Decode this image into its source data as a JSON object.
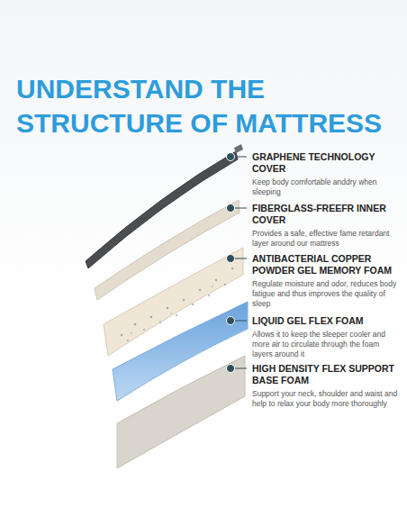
{
  "diagram": {
    "title": "UNDERSTAND THE STRUCTURE OF MATTRESS",
    "labels": [
      "GRAPHENE TECHNOLOGY COVER",
      "Keep body comfortable anddry when sleeping",
      "FIBERGLASS-FREEFR INNER COVER",
      "Provides a safe, effective fame retardant layer around our mattress",
      "ANTIBACTERIAL COPPER POWDER GEL MEMORY FOAM",
      "Regulate moisture and odor, reduces body fatigue and thus improves the quality of sleep",
      "LIQUID GEL FLEX FOAM",
      "Allows it to keep the sleeper cooler and more air to circulate through the foam layers around it",
      "HIGH DENSITY FLEX SUPPORT BASE FOAM",
      "Support your neck, shoulder and waist and help to relax your body more thoroughly"
    ]
  }
}
